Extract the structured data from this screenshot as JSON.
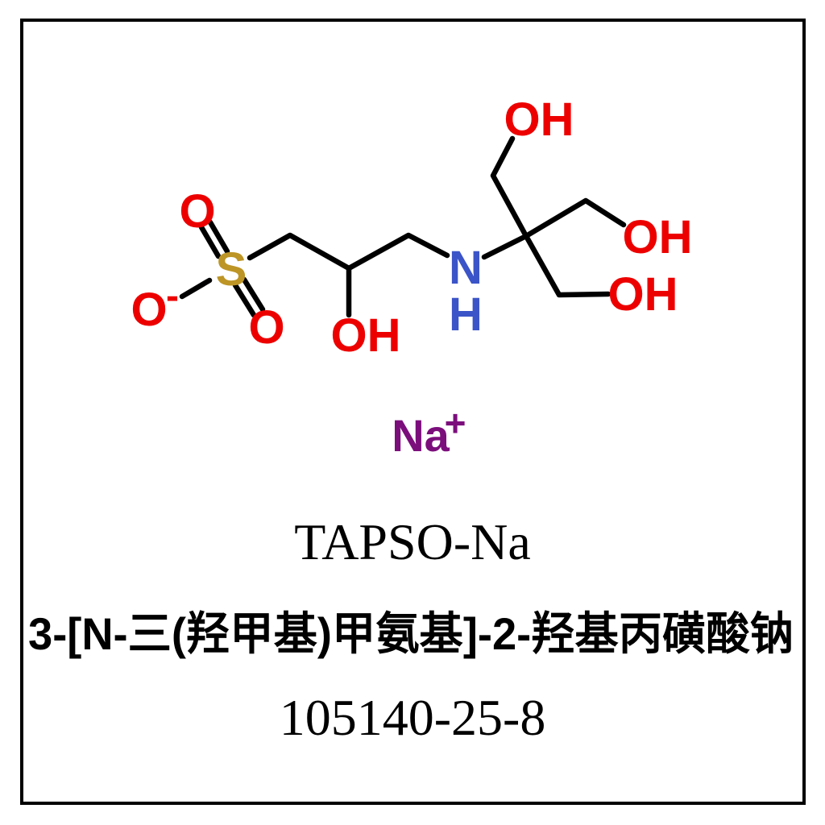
{
  "structure": {
    "colors": {
      "bond": "#000000",
      "oxygen": "#ed0000",
      "sulfur": "#bd9526",
      "nitrogen": "#3b54c8",
      "sodium": "#7c0e7c"
    },
    "labels": {
      "oxygen_double_top": "O",
      "oxygen_double_bottom": "O",
      "oxygen_anion": "O",
      "anion_charge": "-",
      "sulfur": "S",
      "hydroxyl_c2": "OH",
      "nitrogen": "N",
      "nh_hydrogen": "H",
      "hydroxymethyl_top": "OH",
      "hydroxymethyl_middle": "OH",
      "hydroxymethyl_bottom": "OH"
    }
  },
  "counter_ion": {
    "symbol": "Na",
    "charge": "+"
  },
  "captions": {
    "abbreviation": "TAPSO-Na",
    "chinese_name": "3-[N-三(羟甲基)甲氨基]-2-羟基丙磺酸钠",
    "cas_number": "105140-25-8"
  }
}
